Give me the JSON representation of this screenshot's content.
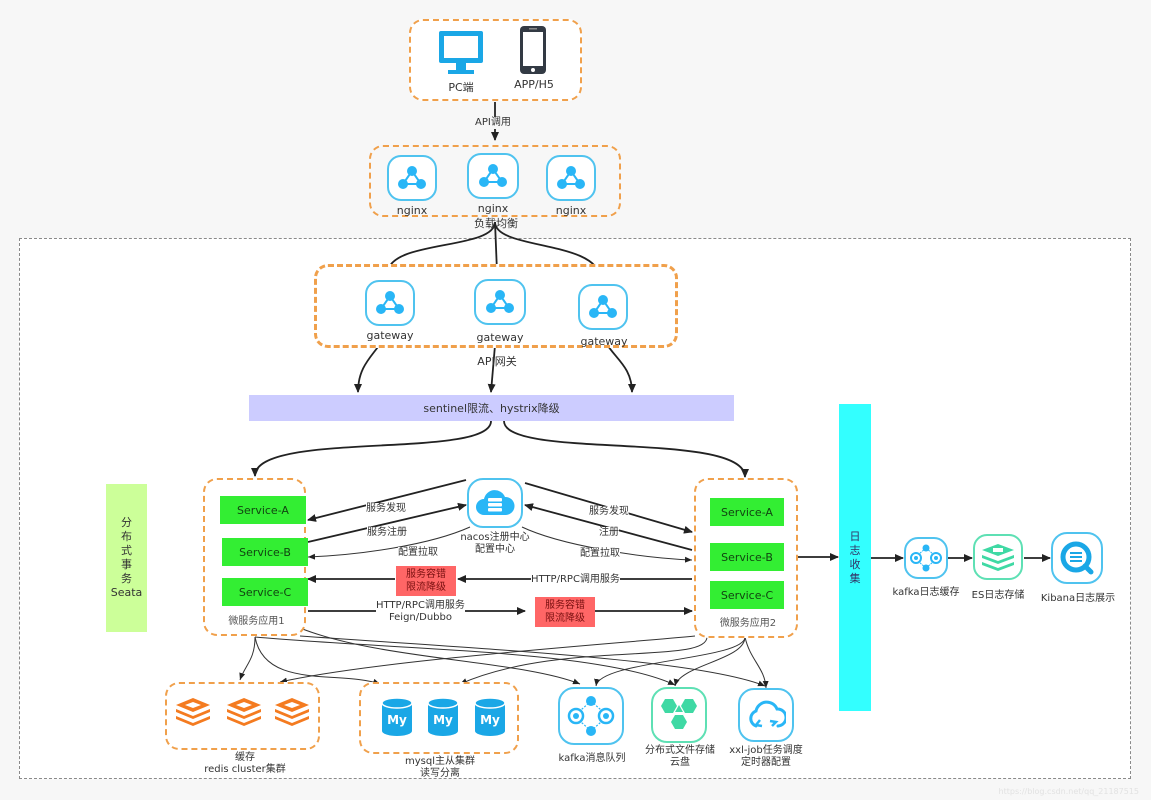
{
  "clients": {
    "items": [
      {
        "label": "PC端",
        "icon": "monitor-icon"
      },
      {
        "label": "APP/H5",
        "icon": "smartphone-icon"
      }
    ]
  },
  "edges": {
    "api_call": "API调用",
    "service_discovery_left": "服务发现",
    "service_register_left": "服务注册",
    "config_pull_left": "配置拉取",
    "service_discovery_right": "服务发现",
    "register_right": "注册",
    "config_pull_right": "配置拉取",
    "http_rpc_left": "HTTP/RPC调用服务",
    "http_rpc_right_line1": "HTTP/RPC调用服务",
    "http_rpc_right_line2": "Feign/Dubbo"
  },
  "nginx": {
    "items": [
      "nginx",
      "nginx",
      "nginx"
    ],
    "caption": "负载均衡"
  },
  "gateway": {
    "items": [
      "gateway",
      "gateway",
      "gateway"
    ],
    "caption": "API网关"
  },
  "sentinel": {
    "label": "sentinel限流、hystrix降级"
  },
  "seata": {
    "lines": [
      "分",
      "布",
      "式",
      "事",
      "务",
      "Seata"
    ]
  },
  "nacos": {
    "line1": "nacos注册中心",
    "line2": "配置中心"
  },
  "fault_tolerance": {
    "line1": "服务容错",
    "line2": "限流降级"
  },
  "microservice1": {
    "caption": "微服务应用1",
    "services": [
      "Service-A",
      "Service-B",
      "Service-C"
    ]
  },
  "microservice2": {
    "caption": "微服务应用2",
    "services": [
      "Service-A",
      "Service-B",
      "Service-C"
    ]
  },
  "log_collect": {
    "lines": [
      "日",
      "志",
      "收",
      "集"
    ]
  },
  "log_pipeline": [
    {
      "label": "kafka日志缓存",
      "icon": "kafka-icon"
    },
    {
      "label": "ES日志存储",
      "icon": "elasticsearch-icon"
    },
    {
      "label": "Kibana日志展示",
      "icon": "kibana-icon"
    }
  ],
  "redis": {
    "line1": "缓存",
    "line2": "redis cluster集群"
  },
  "mysql": {
    "line1": "mysql主从集群",
    "line2": "读写分离",
    "icon_text": "My"
  },
  "bottom_services": [
    {
      "line1": "kafka消息队列",
      "line2": "",
      "icon": "kafka-icon"
    },
    {
      "line1": "分布式文件存储",
      "line2": "云盘",
      "icon": "cloud-storage-icon"
    },
    {
      "line1": "xxl-job任务调度",
      "line2": "定时器配置",
      "icon": "scheduler-icon"
    }
  ],
  "watermark": "https://blog.csdn.net/qq_21187515",
  "colors": {
    "group_border": "#f0a04b",
    "tile_blue": "#4fc3ef",
    "tile_green": "#5ee0b4",
    "service_green": "#33ee33",
    "sentinel": "#ccccff",
    "seata": "#ccff99",
    "log_bar": "#33ffff",
    "fault": "#ff6666",
    "redis_orange": "#f47b20",
    "mysql_blue": "#1aa7e6"
  }
}
